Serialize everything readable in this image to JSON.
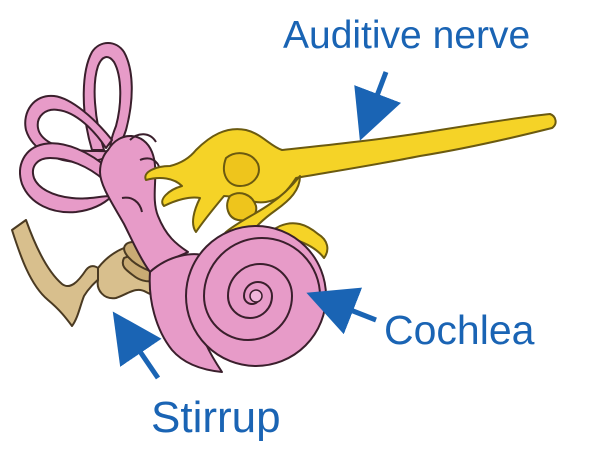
{
  "labels": {
    "auditive_nerve": "Auditive nerve",
    "cochlea": "Cochlea",
    "stirrup": "Stirrup"
  },
  "colors": {
    "label_text": "#1a64b4",
    "arrow": "#1a64b4",
    "inner_ear_fill": "#e79bc8",
    "inner_ear_stroke": "#3a1f2c",
    "nerve_fill": "#f5d327",
    "nerve_stroke": "#6b5a10",
    "bone_fill": "#d8bf8d",
    "bone_stroke": "#4a3a22"
  }
}
